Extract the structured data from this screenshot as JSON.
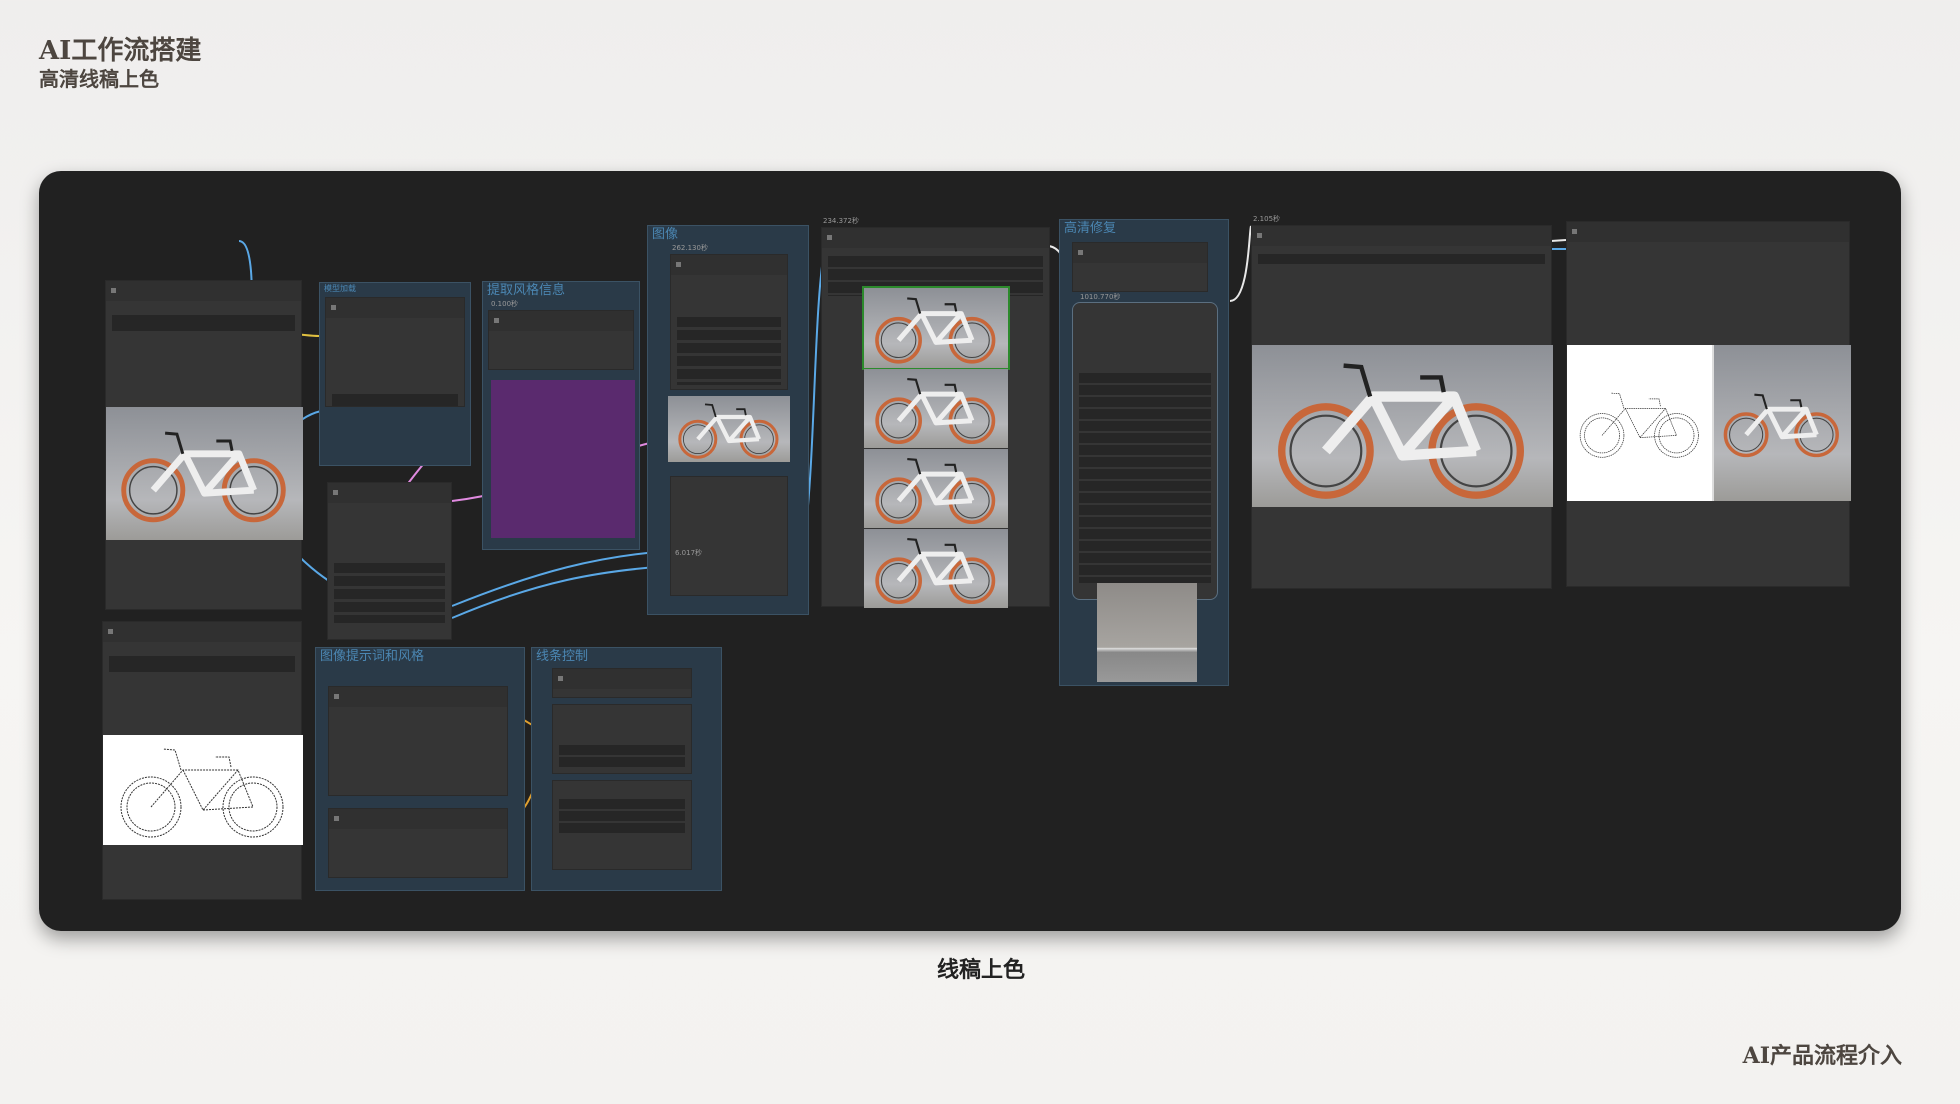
{
  "header": {
    "title": "AI工作流搭建",
    "subtitle": "高清线稿上色"
  },
  "caption": "线稿上色",
  "footer": "AI产品流程介入",
  "groups": {
    "model": "模型加载",
    "style": "提取风格信息",
    "gen": "图像",
    "hires": "高清修复",
    "prompt": "图像提示词和风格",
    "line": "线条控制"
  },
  "timings": {
    "style": "0.100秒",
    "gen": "262.130秒",
    "gen_inner": "6.017秒",
    "batch": "234.372秒",
    "hires": "1010.770秒",
    "preview": "2.105秒"
  },
  "colors": {
    "canvas": "#212121",
    "node": "#353535",
    "group": "#2a3a48",
    "group_label": "#4b86b2",
    "wire_blue": "#5aa8e6",
    "wire_pink": "#e08ae0",
    "wire_yellow": "#e0c040",
    "wire_orange": "#e0a030",
    "wire_white": "#e8e8e8",
    "style_region": "#5a2a6e"
  },
  "icons": [
    "bicycle-photo",
    "bicycle-sketch",
    "comparison-slider"
  ]
}
